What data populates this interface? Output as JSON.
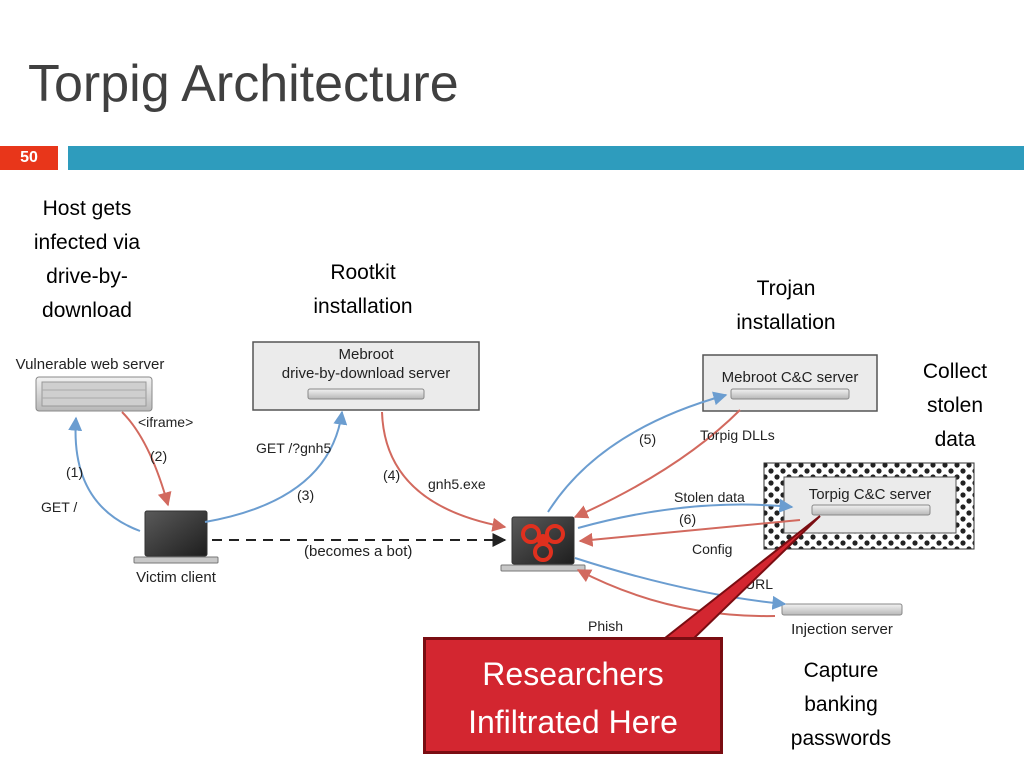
{
  "slide": {
    "title": "Torpig Architecture",
    "number": "50"
  },
  "captions": {
    "host_infected": "Host gets infected via drive-by-download",
    "rootkit": "Rootkit installation",
    "trojan": "Trojan installation",
    "collect": "Collect stolen data",
    "capture": "Capture banking passwords"
  },
  "nodes": {
    "vulnerable_server": "Vulnerable web server",
    "mebroot_dbd_line1": "Mebroot",
    "mebroot_dbd_line2": "drive-by-download server",
    "mebroot_cc": "Mebroot C&C server",
    "torpig_cc": "Torpig C&C server",
    "victim": "Victim client",
    "injection": "Injection server"
  },
  "edges": {
    "iframe": "<iframe>",
    "step2": "(2)",
    "step1": "(1)",
    "get_root": "GET /",
    "get_gnh5": "GET /?gnh5",
    "step3": "(3)",
    "step4": "(4)",
    "gnh5_exe": "gnh5.exe",
    "becomes_bot": "(becomes a bot)",
    "step5": "(5)",
    "torpig_dlls": "Torpig DLLs",
    "stolen_data": "Stolen data",
    "step6": "(6)",
    "config": "Config",
    "url": "URL",
    "phish": "Phish"
  },
  "callout": {
    "line1": "Researchers",
    "line2": "Infiltrated Here"
  },
  "colors": {
    "blue_arrow": "#6b9dd0",
    "red_arrow": "#d2695e",
    "callout": "#d32630",
    "accent": "#2e9cbd",
    "slide_number": "#e8361a"
  }
}
